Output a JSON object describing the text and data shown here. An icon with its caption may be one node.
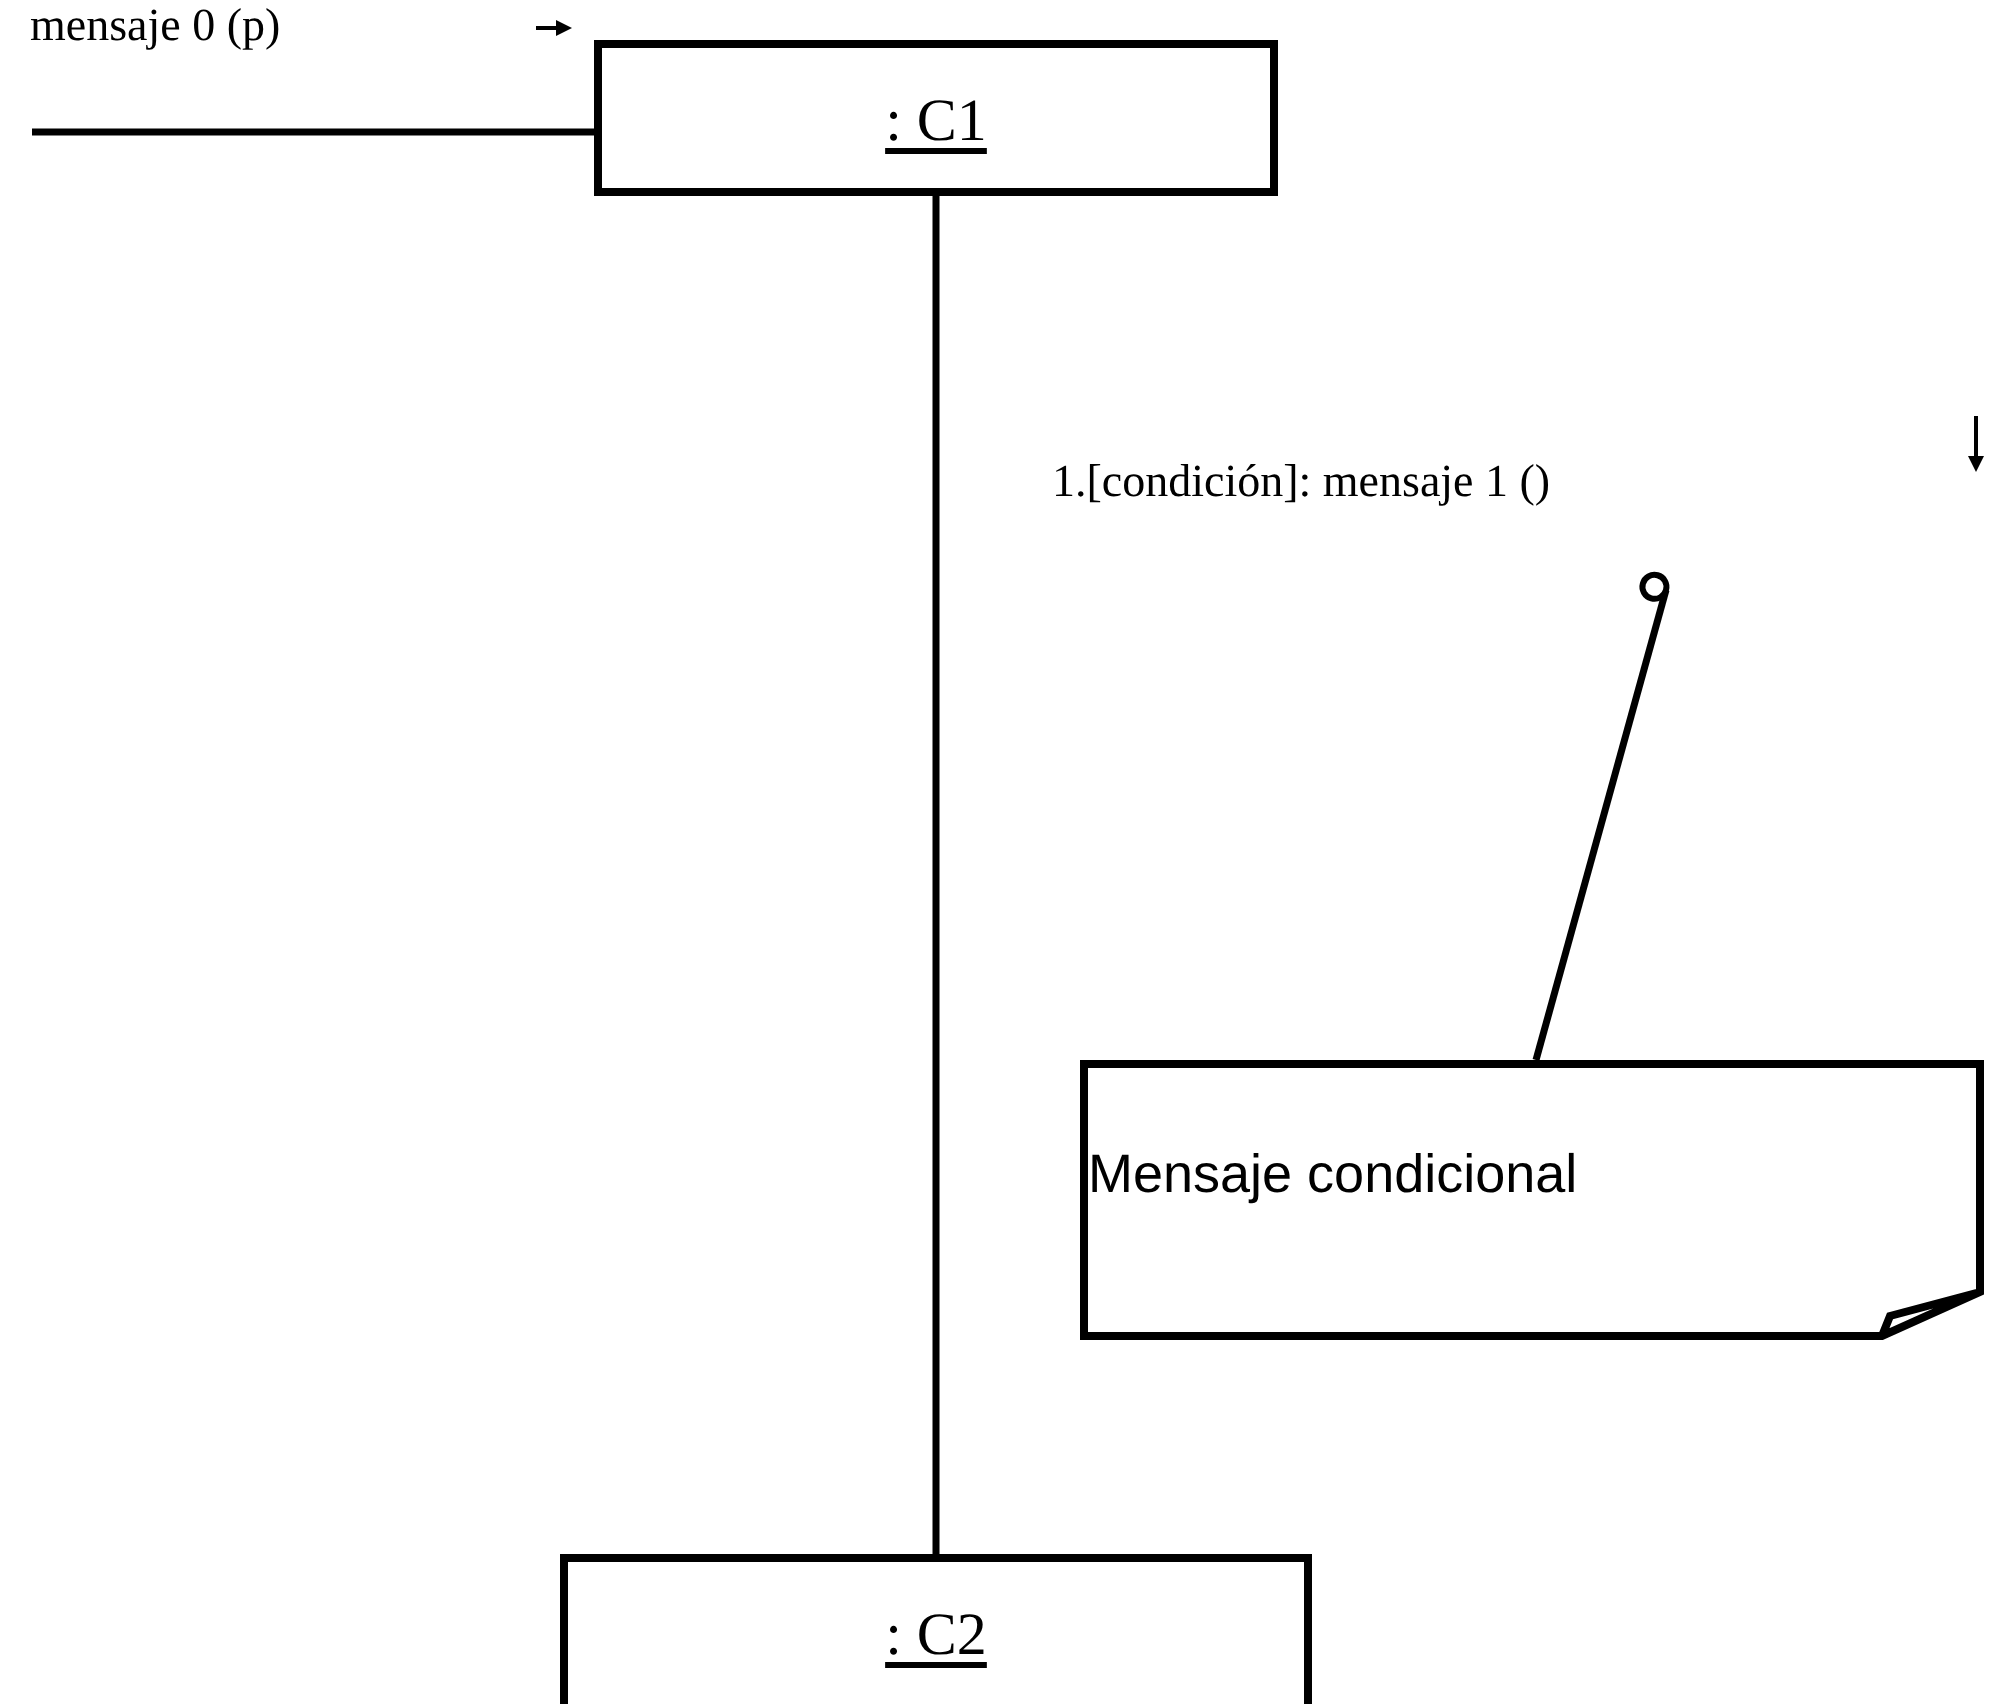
{
  "diagram": {
    "nodes": [
      {
        "text": [
          ": C1"
        ]
      },
      {
        "text": [
          ": C2"
        ]
      },
      {
        "text": [
          "Mensaje condicional"
        ]
      }
    ],
    "edges": [
      {
        "from": null,
        "to": 0,
        "arrow": "none",
        "label": "mensaje 0 (p)"
      },
      {
        "from": 0,
        "to": 1,
        "arrow": "none",
        "label": "1.[condición]: mensaje 1 ()"
      },
      {
        "from": 2,
        "to": null,
        "arrow": "other"
      }
    ]
  }
}
